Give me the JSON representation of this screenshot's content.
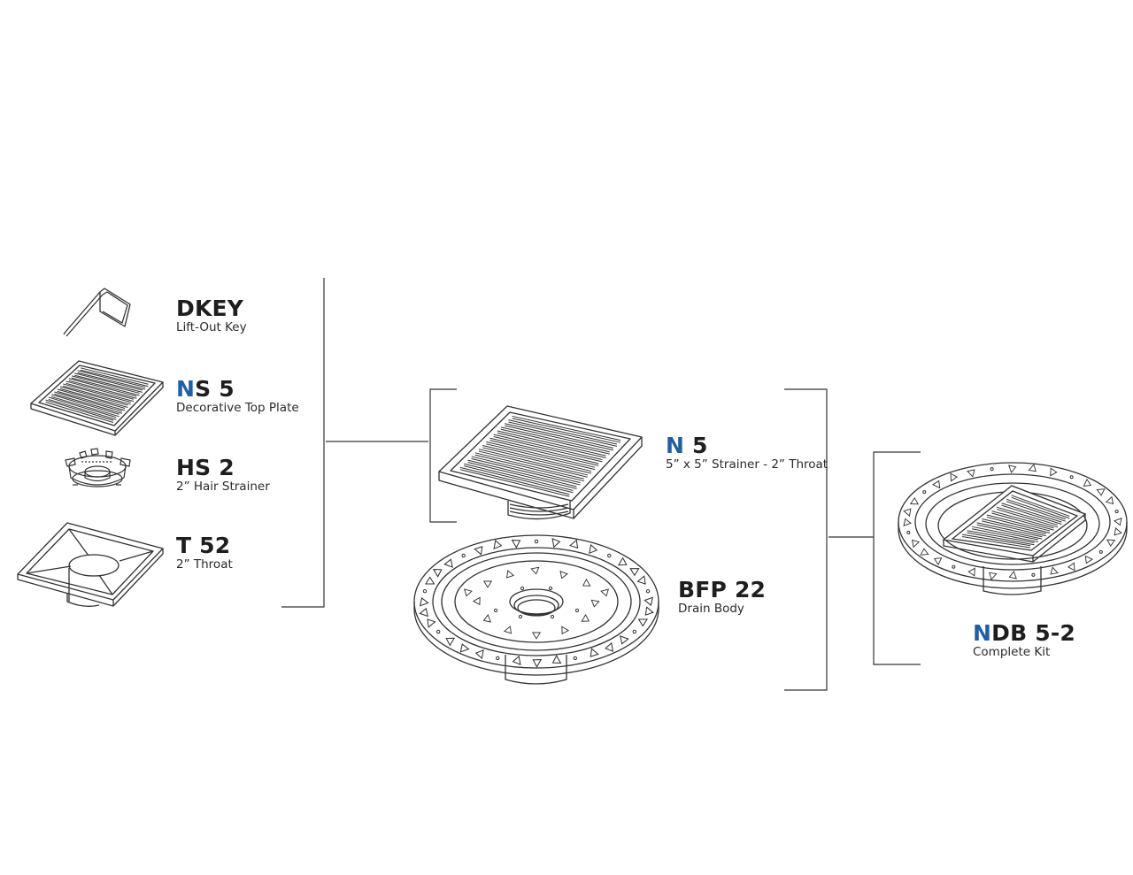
{
  "colors": {
    "accent": "#1f5fa8",
    "text": "#1e1e1e",
    "line": "#333333"
  },
  "components": [
    {
      "id": "dkey",
      "accent": "",
      "code_rest": "DKEY",
      "desc": "Lift-Out Key",
      "icon": "lift-out-key-icon"
    },
    {
      "id": "ns5",
      "accent": "N",
      "code_rest": "S 5",
      "desc": "Decorative Top Plate",
      "icon": "top-plate-icon"
    },
    {
      "id": "hs2",
      "accent": "",
      "code_rest": "HS 2",
      "desc": "2” Hair Strainer",
      "icon": "hair-strainer-icon"
    },
    {
      "id": "t52",
      "accent": "",
      "code_rest": "T 52",
      "desc": "2” Throat",
      "icon": "throat-icon"
    },
    {
      "id": "n5",
      "accent": "N",
      "code_rest": " 5",
      "desc": "5” x 5” Strainer - 2” Throat",
      "icon": "strainer-assembly-icon"
    },
    {
      "id": "bfp22",
      "accent": "",
      "code_rest": "BFP 22",
      "desc": "Drain Body",
      "icon": "drain-body-icon"
    },
    {
      "id": "ndb52",
      "accent": "N",
      "code_rest": "DB 5-2",
      "desc": "Complete Kit",
      "icon": "complete-kit-icon"
    }
  ]
}
